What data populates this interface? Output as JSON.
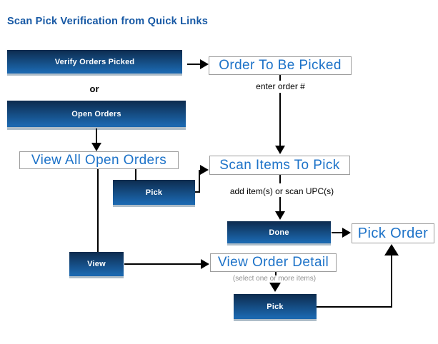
{
  "title": "Scan Pick Verification from Quick Links",
  "buttons": {
    "verify_orders_picked": "Verify Orders Picked",
    "open_orders": "Open Orders",
    "pick_upper": "Pick",
    "done": "Done",
    "view": "View",
    "pick_lower": "Pick"
  },
  "links": {
    "order_to_be_picked": "Order To Be Picked",
    "view_all_open_orders": "View All Open Orders",
    "scan_items_to_pick": "Scan Items To Pick",
    "pick_order": "Pick Order",
    "view_order_detail": "View Order Detail"
  },
  "labels": {
    "or": "or",
    "enter_order_number": "enter order #",
    "add_items_or_scan": "add item(s) or scan UPC(s)",
    "select_items": "(select one or more items)"
  },
  "colors": {
    "title_blue": "#1658a4",
    "link_blue": "#1c72c8",
    "button_top": "#0d2b4e",
    "button_bottom": "#1b67ae",
    "button_edge": "#aebdc8",
    "box_border": "#9d9d9d",
    "muted": "#909090"
  }
}
